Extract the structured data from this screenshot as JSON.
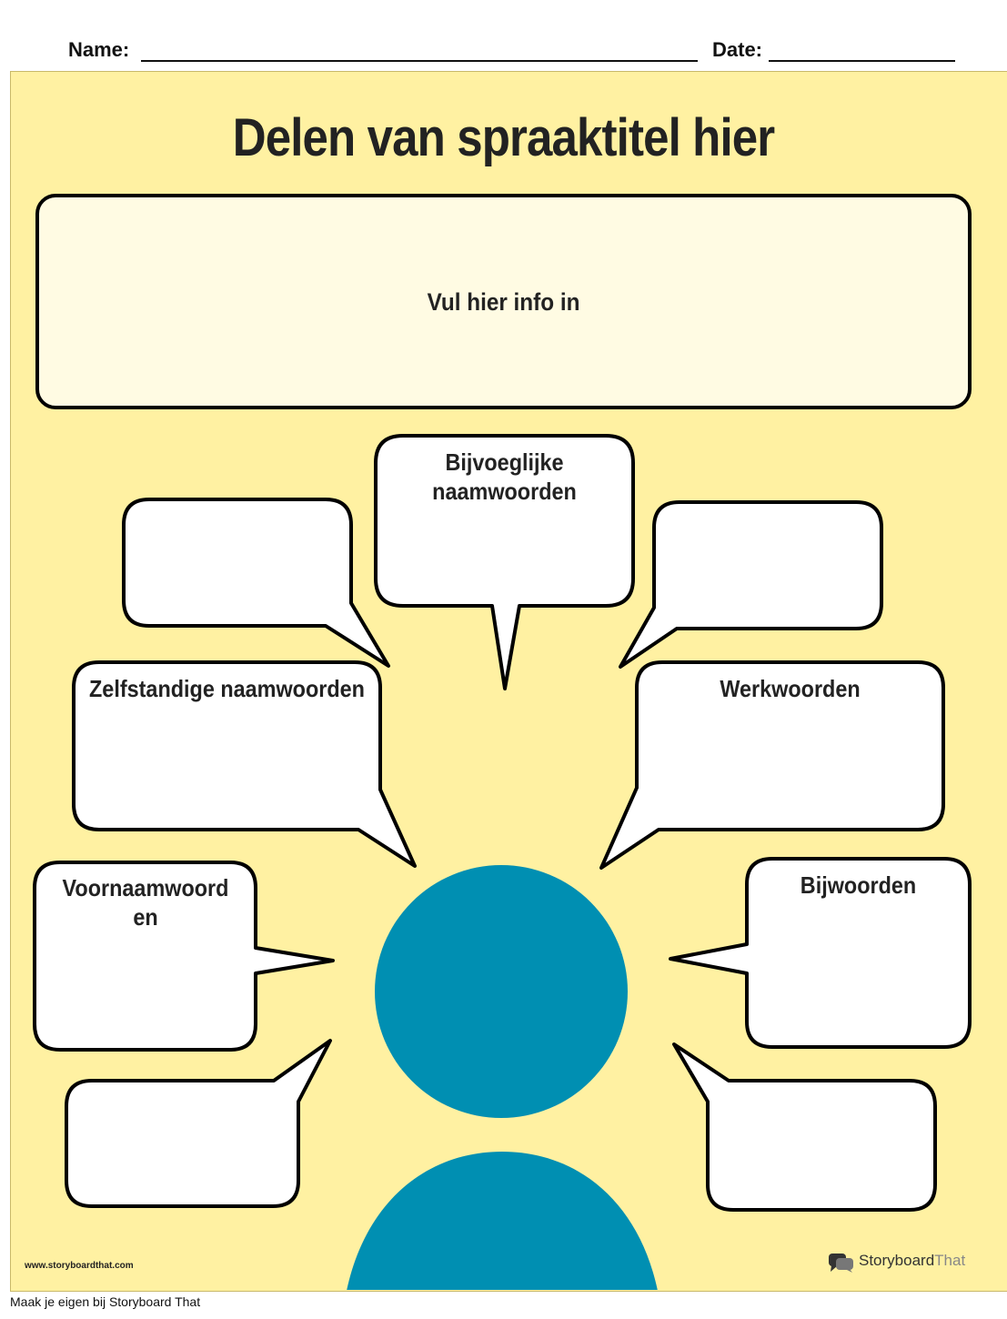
{
  "header": {
    "name_label": "Name:",
    "date_label": "Date:"
  },
  "title": "Delen van spraaktitel hier",
  "info_box": {
    "text": "Vul hier info in"
  },
  "bubbles": {
    "adjectives": "Bijvoeglijke naamwoorden",
    "nouns": "Zelfstandige naamwoorden",
    "verbs": "Werkwoorden",
    "pronouns": "Voornaamwoord en",
    "adverbs": "Bijwoorden"
  },
  "colors": {
    "background": "#fff1a2",
    "info_box": "#fffbe3",
    "figure": "#008fb2",
    "bubble": "#ffffff",
    "outline": "#000000"
  },
  "footer": {
    "url": "www.storyboardthat.com",
    "brand_part1": "Storyboard",
    "brand_part2": "That",
    "brand_icon": "speech-bubbles-logo-icon",
    "bottom_text": "Maak je eigen bij Storyboard That"
  }
}
